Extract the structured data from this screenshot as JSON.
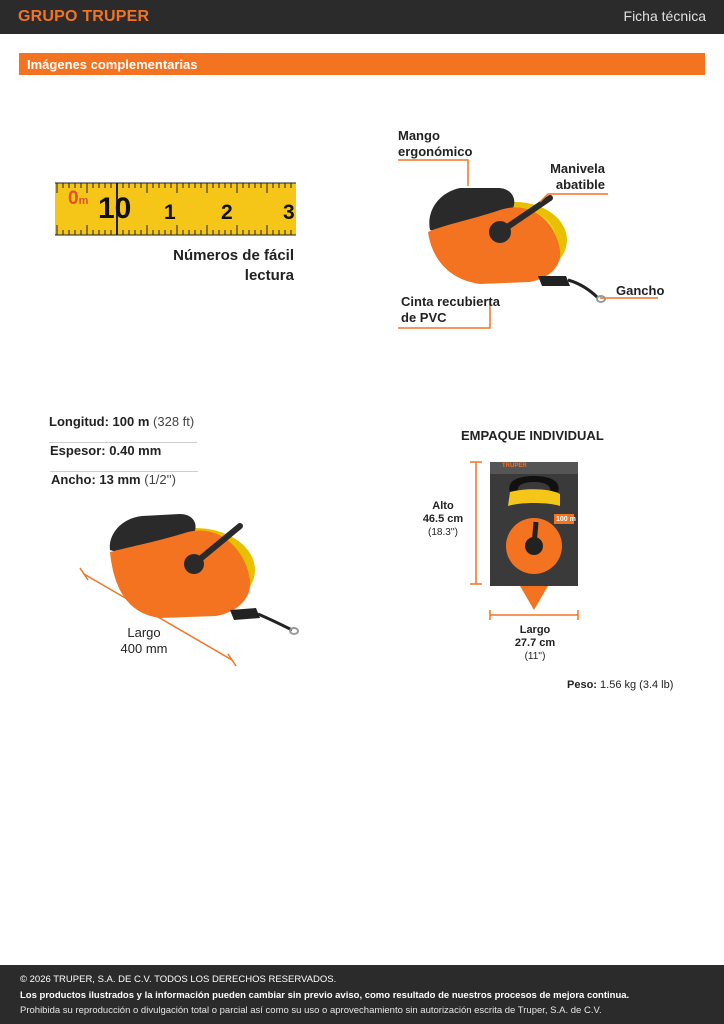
{
  "header": {
    "brand": "GRUPO TRUPER",
    "doc_label": "Ficha técnica"
  },
  "section": {
    "title": "Imágenes complementarias"
  },
  "ruler": {
    "zero": "0",
    "unit": "m",
    "ten": "10",
    "marks": [
      "1",
      "2",
      "3"
    ],
    "caption_line1": "Números de fácil",
    "caption_line2": "lectura"
  },
  "callouts": {
    "handle_line1": "Mango",
    "handle_line2": "ergonómico",
    "crank_line1": "Manivela",
    "crank_line2": "abatible",
    "tape_line1": "Cinta recubierta",
    "tape_line2": "de PVC",
    "hook": "Gancho"
  },
  "specs": [
    {
      "label": "Longitud:",
      "value_bold": "100 m",
      "value_extra": "(328 ft)"
    },
    {
      "label": "Espesor:",
      "value_bold": "0.40 mm",
      "value_extra": ""
    },
    {
      "label": "Ancho:",
      "value_bold": "13 mm",
      "value_extra": "(1/2'')"
    }
  ],
  "product_dim": {
    "label": "Largo",
    "value": "400 mm"
  },
  "package": {
    "title": "EMPAQUE INDIVIDUAL",
    "height_label": "Alto",
    "height_value": "46.5 cm",
    "height_imperial": "(18.3'')",
    "width_label": "Largo",
    "width_value": "27.7 cm",
    "width_imperial": "(11'')",
    "card_brand": "TRUPER",
    "card_length": "100 m",
    "weight_label": "Peso:",
    "weight_value": "1.56 kg (3.4 lb)"
  },
  "footer": {
    "line1": "© 2026 TRUPER, S.A. DE C.V. TODOS LOS DERECHOS RESERVADOS.",
    "line2": "Los productos ilustrados y la información pueden cambiar sin previo aviso, como resultado de nuestros procesos de mejora continua.",
    "line3": "Prohibida su reproducción o divulgación total o parcial así como su uso o aprovechamiento sin autorización escrita de Truper, S.A. de C.V."
  },
  "colors": {
    "accent": "#f47321",
    "dark": "#2b2b2b",
    "tape_yellow": "#f5c518"
  }
}
